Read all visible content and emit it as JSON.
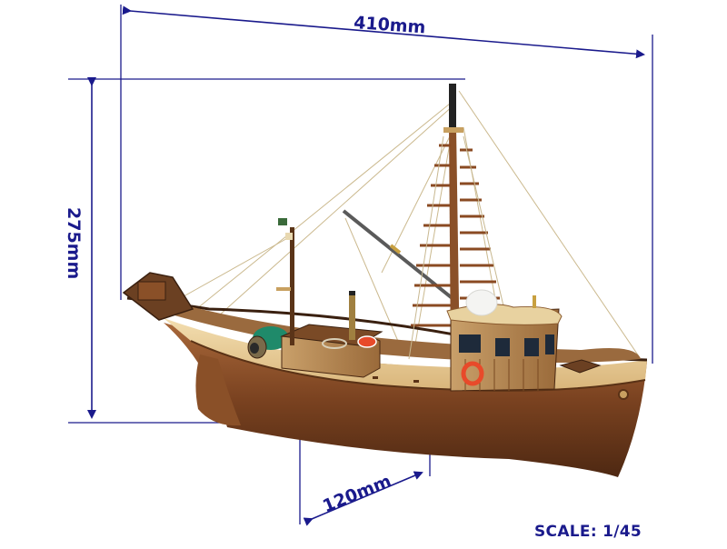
{
  "figure": {
    "subject": "Wooden model fishing boat",
    "dimension_color": "#1a1a8c"
  },
  "dimensions": {
    "length": {
      "label": "410mm",
      "value": 410,
      "unit": "mm"
    },
    "height": {
      "label": "275mm",
      "value": 275,
      "unit": "mm"
    },
    "beam": {
      "label": "120mm",
      "value": 120,
      "unit": "mm"
    }
  },
  "scale": {
    "label": "SCALE: 1/45",
    "ratio": "1/45"
  },
  "colors": {
    "hull_dark": "#6b3a1f",
    "hull_mid": "#9a5a2e",
    "hull_light": "#e8cf9a",
    "deck": "#8a5a32",
    "cabin": "#a0703f",
    "window": "#1e2a3a",
    "lifebuoy": "#e84a2a",
    "winch_green": "#1f8a6a",
    "rope": "#c8b890"
  }
}
